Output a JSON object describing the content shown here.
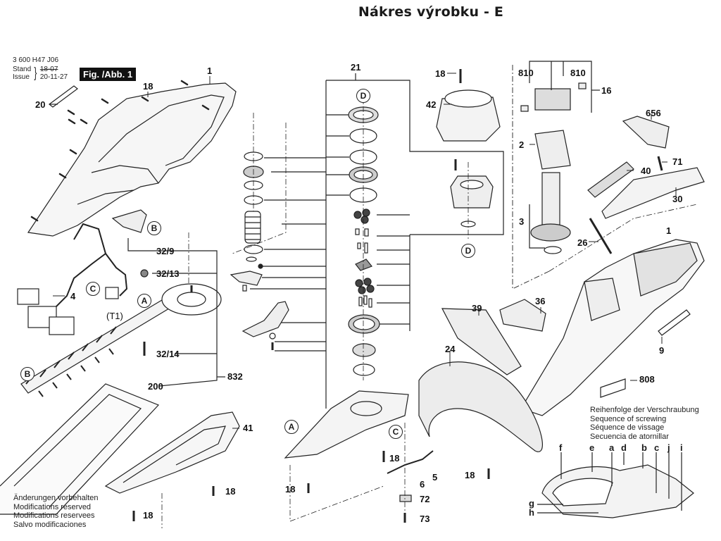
{
  "title": "Nákres výrobku - E",
  "meta": {
    "product_code": "3 600 H47 J06",
    "stand_label": "Stand",
    "issue_label": "Issue",
    "old_date": "18-07",
    "issue_date": "20-11-27",
    "figure_label": "Fig. /Abb. 1"
  },
  "callouts": {
    "c1_top": "1",
    "c18_top": "18",
    "c20": "20",
    "c21": "21",
    "c18_cover": "18",
    "c42": "42",
    "c810_left": "810",
    "c810_right": "810",
    "c16": "16",
    "c656": "656",
    "c2": "2",
    "c71": "71",
    "c40": "40",
    "c30": "30",
    "c3": "3",
    "c1_right": "1",
    "c26": "26",
    "c32_9": "32/9",
    "c32_13": "32/13",
    "c32_14": "32/14",
    "c4": "4",
    "t1": "(T1)",
    "c39": "39",
    "c36": "36",
    "c9": "9",
    "c24": "24",
    "c808": "808",
    "c832": "832",
    "c200": "200",
    "c41": "41",
    "c18_housing": "18",
    "c18_bottom": "18",
    "c18_a": "18",
    "c18_b": "18",
    "c6": "6",
    "c5": "5",
    "c72": "72",
    "c73": "73",
    "c18_handle": "18"
  },
  "markers": {
    "D_top": "D",
    "D_bottom": "D",
    "B_top": "B",
    "B_blade": "B",
    "C_wire": "C",
    "C_gear": "C",
    "A_blade": "A",
    "A_housing": "A"
  },
  "notes": [
    "Änderungen vorbehalten",
    "Modifications reserved",
    "Modifications reservees",
    "Salvo modificaciones"
  ],
  "screw_sequence": {
    "heading": [
      "Reihenfolge der Verschraubung",
      "Sequence of screwing",
      "Séquence de vissage",
      "Secuencia de atornillar"
    ],
    "letters": [
      "f",
      "e",
      "a",
      "d",
      "b",
      "c",
      "j",
      "i",
      "g",
      "h"
    ]
  }
}
